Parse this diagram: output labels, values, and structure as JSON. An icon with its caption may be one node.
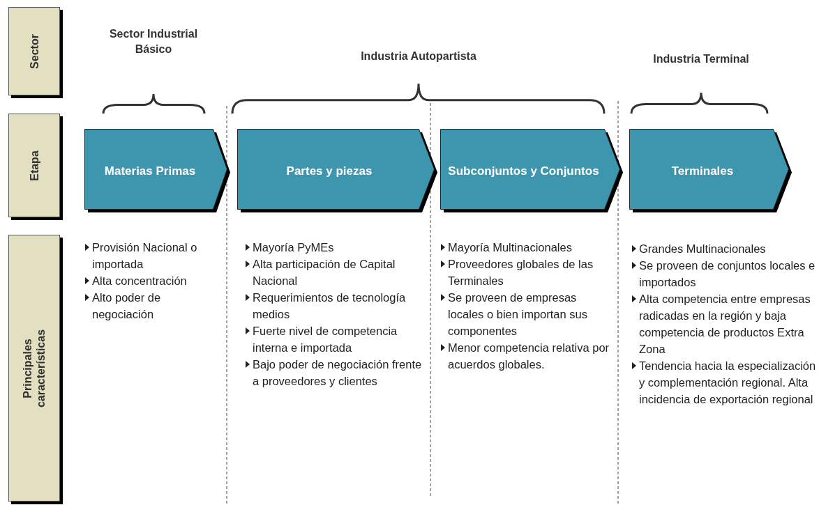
{
  "diagram": {
    "nodes": [
      {
        "text": [
          "Sector"
        ]
      },
      {
        "text": [
          "Etapa"
        ]
      },
      {
        "text": [
          "Principales características"
        ]
      },
      {
        "text": [
          "Materias Primas"
        ]
      },
      {
        "text": [
          "Partes y piezas"
        ]
      },
      {
        "text": [
          "Subconjuntos y Conjuntos"
        ]
      },
      {
        "text": [
          "Terminales"
        ]
      }
    ],
    "labels": [
      "Sector Industrial Básico",
      "Industria Autopartista",
      "Industria Terminal",
      "Provisión Nacional o importada",
      "Alta concentración",
      "Alto poder de negociación",
      "Mayoría PyMEs",
      "Alta participación de Capital Nacional",
      "Requerimientos de tecnología medios",
      "Fuerte nivel de competencia interna e importada",
      "Bajo poder de negociación frente a proveedores y clientes",
      "Mayoría Multinacionales",
      "Proveedores globales de las Terminales",
      "Se proveen de empresas locales o bien importan sus componentes",
      "Menor competencia relativa por acuerdos globales.",
      "Grandes Multinacionales",
      "Se proveen de conjuntos locales e importados",
      "Alta competencia entre empresas radicadas en la región y baja competencia de productos Extra Zona",
      "Tendencia hacia la especialización y complementación regional. Alta incidencia de exportación regional"
    ]
  }
}
